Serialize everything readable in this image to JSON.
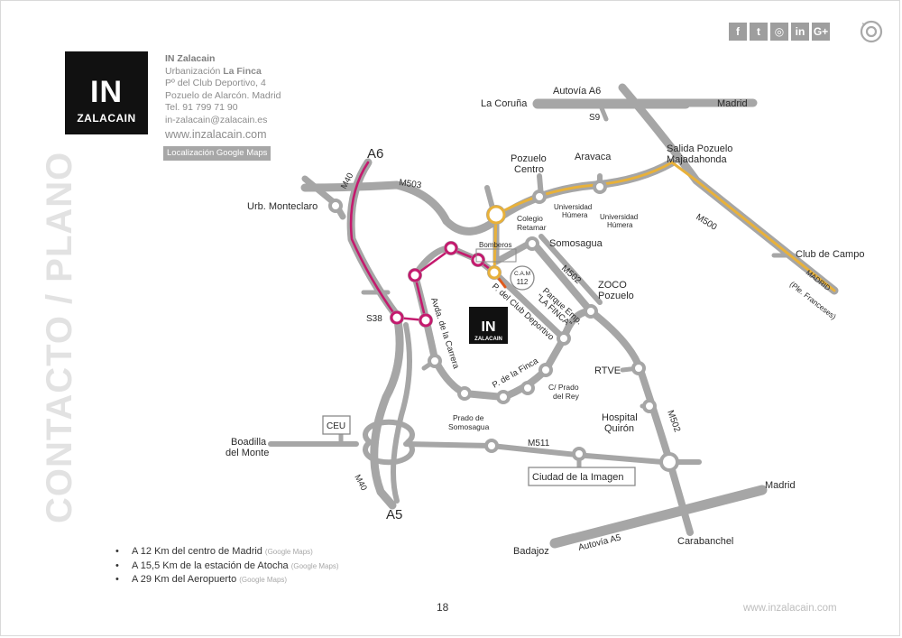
{
  "logo": {
    "in": "IN",
    "name": "ZALACAIN"
  },
  "contact": {
    "company": "IN Zalacain",
    "line2_pre": "Urbanización ",
    "line2_bold": "La Finca",
    "address": "Pº del Club Deportivo, 4",
    "city": "Pozuelo de Alarcón. Madrid",
    "phone": "Tel. 91 799 71 90",
    "email": "in-zalacain@zalacain.es",
    "web": "www.inzalacain.com",
    "maps_button": "Localización Google Maps"
  },
  "side_title": "CONTACTO / PLANO",
  "social": [
    {
      "icon": "facebook-icon",
      "glyph": "f"
    },
    {
      "icon": "twitter-icon",
      "glyph": "t"
    },
    {
      "icon": "instagram-icon",
      "glyph": "◎"
    },
    {
      "icon": "linkedin-icon",
      "glyph": "in"
    },
    {
      "icon": "google-plus-icon",
      "glyph": "G+"
    }
  ],
  "map": {
    "roads": {
      "a6_top": "Autovía A6",
      "s9": "S9",
      "a6": "A6",
      "m40_top": "M40",
      "m503": "M503",
      "m500": "M500",
      "madrid_diag": "MADRID",
      "ple_franceses": "(Ple. Franceses)",
      "m502_center": "M502",
      "s38": "S38",
      "avda_carrera": "Avda. de la Carrera",
      "p_club": "P. del Club Deportivo",
      "p_finca": "P. de la Finca",
      "m502_right": "M502",
      "m511": "M511",
      "m40_bottom": "M40",
      "a5": "A5",
      "a5_bottom": "Autovía A5",
      "cam": "C.A.M",
      "cam_num": "112",
      "parque_1": "Parque Emp.",
      "parque_2": "\"LA FINCA\""
    },
    "places": {
      "la_coruna": "La Coruña",
      "madrid_top": "Madrid",
      "pozuelo_centro_1": "Pozuelo",
      "pozuelo_centro_2": "Centro",
      "aravaca": "Aravaca",
      "salida_1": "Salida Pozuelo",
      "salida_2": "Majadahonda",
      "monteclaro": "Urb. Monteclaro",
      "univ_humera_1a": "Universidad",
      "univ_humera_1b": "Húmera",
      "univ_humera_2a": "Universidad",
      "univ_humera_2b": "Húmera",
      "colegio_1": "Colegio",
      "colegio_2": "Retamar",
      "bomberos": "Bomberos",
      "somosagua": "Somosagua",
      "club_campo": "Club de Campo",
      "zoco_1": "ZOCO",
      "zoco_2": "Pozuelo",
      "rtve": "RTVE",
      "prado_rey_1": "C/ Prado",
      "prado_rey_2": "del Rey",
      "prado_somo_1": "Prado de",
      "prado_somo_2": "Somosagua",
      "hospital_1": "Hospital",
      "hospital_2": "Quirón",
      "ceu": "CEU",
      "boadilla_1": "Boadilla",
      "boadilla_2": "del Monte",
      "ciudad_imagen": "Ciudad de la Imagen",
      "madrid_bottom": "Madrid",
      "badajoz": "Badajoz",
      "carabanchel": "Carabanchel"
    },
    "marker": {
      "in": "IN",
      "name": "ZALACAIN"
    },
    "colors": {
      "road": "#a6a6a6",
      "route_yellow": "#e8b13a",
      "route_magenta": "#c41a6e",
      "route_orange": "#e05a1c"
    }
  },
  "bullets": [
    {
      "text": "A 12 Km del centro de Madrid",
      "link": "(Google Maps)"
    },
    {
      "text": "A 15,5 Km de la estación de Atocha",
      "link": "(Google Maps)"
    },
    {
      "text": "A 29 Km del Aeropuerto",
      "link": "(Google Maps)"
    }
  ],
  "page_number": "18",
  "footer_web": "www.inzalacain.com"
}
